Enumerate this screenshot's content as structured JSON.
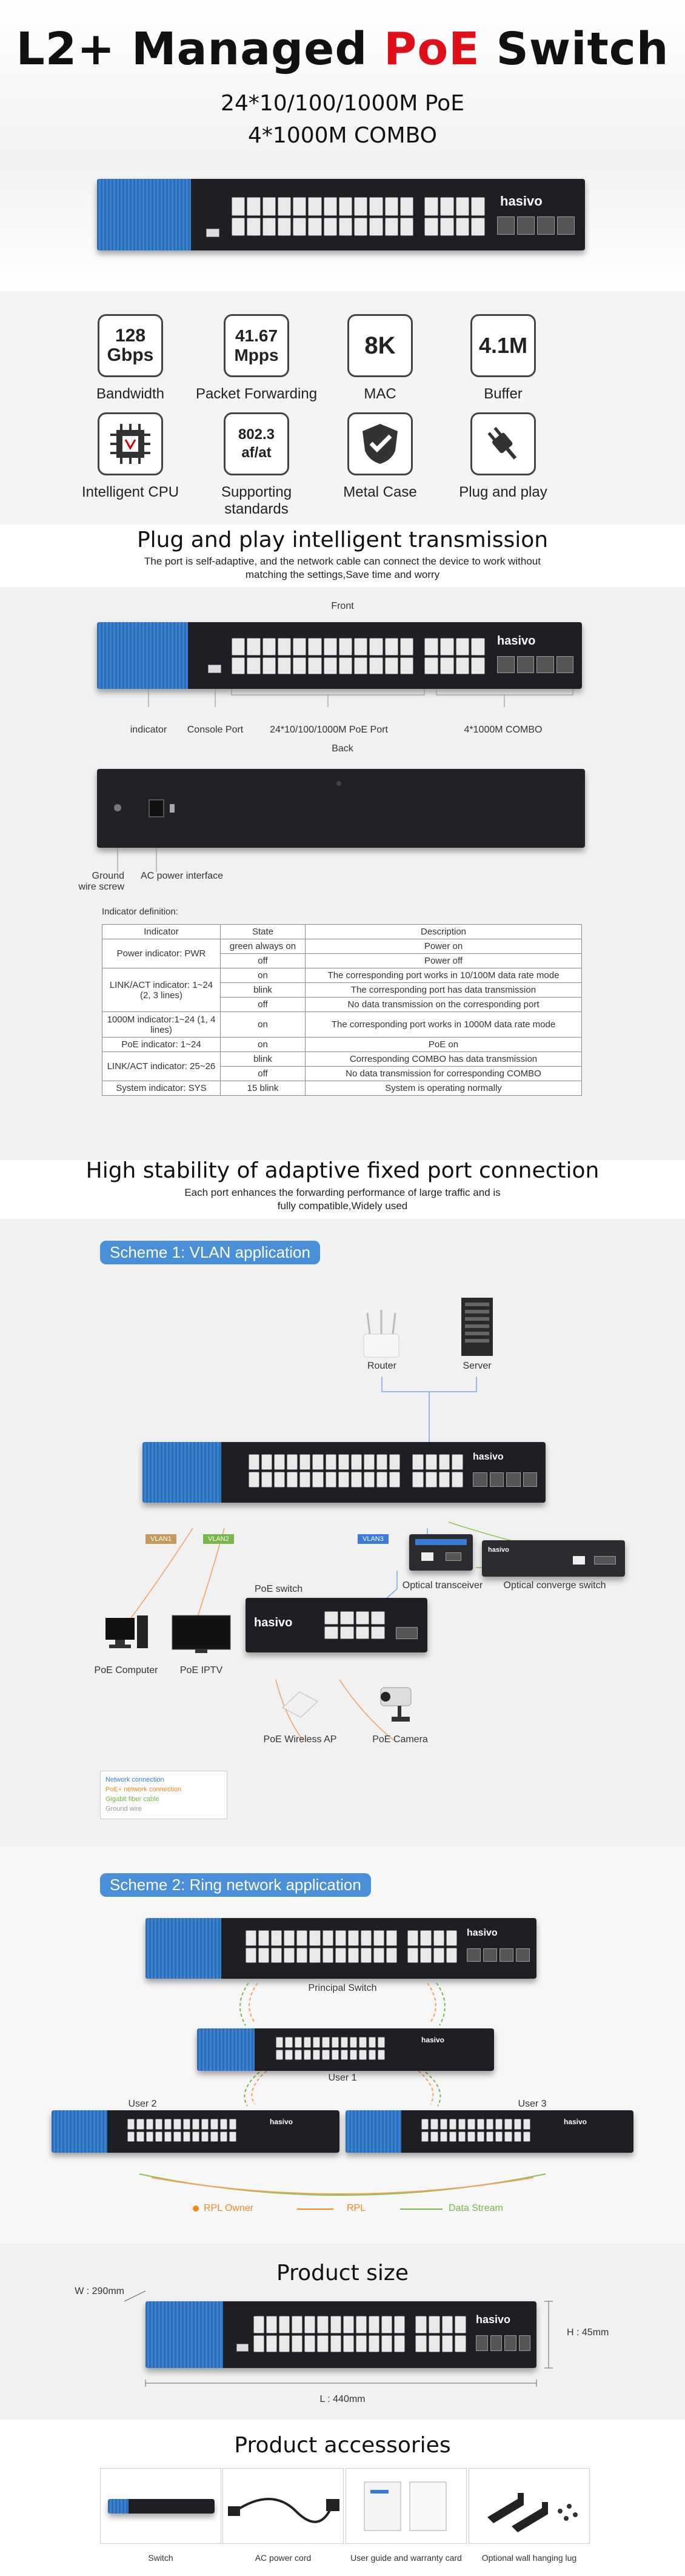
{
  "hero": {
    "title_pre": "L2+ Managed ",
    "title_red": "PoE",
    "title_post": " Switch",
    "subtitle_1": "24*10/100/1000M PoE",
    "subtitle_2": "4*1000M COMBO",
    "brand": "hasivo"
  },
  "features": [
    {
      "icon_text": "128\nGbps",
      "label": "Bandwidth"
    },
    {
      "icon_text": "41.67\nMpps",
      "label": "Packet Forwarding"
    },
    {
      "icon_text": "8K",
      "label": "MAC"
    },
    {
      "icon_text": "4.1M",
      "label": "Buffer"
    },
    {
      "icon": "cpu-icon",
      "label": "Intelligent CPU"
    },
    {
      "icon_text": "802.3\naf/at",
      "label": "Supporting standards"
    },
    {
      "icon": "shield-icon",
      "label": "Metal Case"
    },
    {
      "icon": "plug-icon",
      "label": "Plug and play"
    }
  ],
  "plug": {
    "title": "Plug and play intelligent transmission",
    "desc_1": "The port is self-adaptive, and the network cable can connect the device to work without",
    "desc_2": "matching the settings,Save time and worry",
    "front": "Front",
    "back": "Back",
    "lbl_indicator": "indicator",
    "lbl_console": "Console Port",
    "lbl_poe": "24*10/100/1000M PoE Port",
    "lbl_combo": "4*1000M COMBO",
    "lbl_ground_1": "Ground",
    "lbl_ground_2": "wire screw",
    "lbl_ac": "AC power interface",
    "ind_def": "Indicator definition:"
  },
  "table": {
    "headers": [
      "Indicator",
      "State",
      "Description"
    ],
    "rows": [
      [
        "Power indicator:  PWR",
        "green always on",
        "Power on"
      ],
      [
        "",
        "off",
        "Power off"
      ],
      [
        "LINK/ACT indicator: 1~24 (2, 3 lines)",
        "on",
        "The corresponding port works in 10/100M data rate mode"
      ],
      [
        "",
        "blink",
        "The corresponding port has data transmission"
      ],
      [
        "",
        "off",
        "No data transmission on the corresponding port"
      ],
      [
        "1000M indicator:1~24 (1, 4 lines)",
        "on",
        "The corresponding port works in 1000M data rate mode"
      ],
      [
        "PoE indicator: 1~24",
        "on",
        "PoE on"
      ],
      [
        "LINK/ACT indicator: 25~26",
        "blink",
        "Corresponding COMBO has data transmission"
      ],
      [
        "",
        "off",
        "No data transmission for corresponding COMBO"
      ],
      [
        "System indicator: SYS",
        "15 blink",
        "System is operating normally"
      ]
    ]
  },
  "stability": {
    "title": "High stability of adaptive fixed port connection",
    "desc_1": "Each port enhances the forwarding performance of large traffic and is",
    "desc_2": "fully compatible,Widely used"
  },
  "scheme1": {
    "title": "Scheme 1: VLAN application",
    "router": "Router",
    "server": "Server",
    "vlan1": "VLAN1",
    "vlan2": "VLAN2",
    "vlan3": "VLAN3",
    "optical_tx": "Optical transceiver",
    "optical_sw": "Optical converge switch",
    "poe_switch": "PoE switch",
    "poe_computer": "PoE Computer",
    "poe_iptv": "PoE IPTV",
    "poe_ap": "PoE Wireless AP",
    "poe_camera": "PoE Camera",
    "legend": [
      "Network connection",
      "PoE+ network connection",
      "Gigabit fiber cable",
      "Ground wire"
    ],
    "legend_colors": [
      "#3a7bd5",
      "#f08a24",
      "#7ab648",
      "#999999"
    ]
  },
  "scheme2": {
    "title": "Scheme 2: Ring network application",
    "principal": "Principal Switch",
    "user1": "User 1",
    "user2": "User 2",
    "user3": "User 3",
    "rpl_owner": "RPL Owner",
    "rpl": "RPL",
    "data_stream": "Data Stream"
  },
  "size": {
    "title": "Product size",
    "w": "W : 290mm",
    "h": "H : 45mm",
    "l": "L : 440mm"
  },
  "accessories": {
    "title": "Product accessories",
    "items": [
      "Switch",
      "AC power cord",
      "User guide and warranty card",
      "Optional wall hanging lug"
    ]
  },
  "colors": {
    "accent_red": "#e0101a",
    "accent_blue": "#4a90d9",
    "switch_blue": "#2c6db8"
  }
}
